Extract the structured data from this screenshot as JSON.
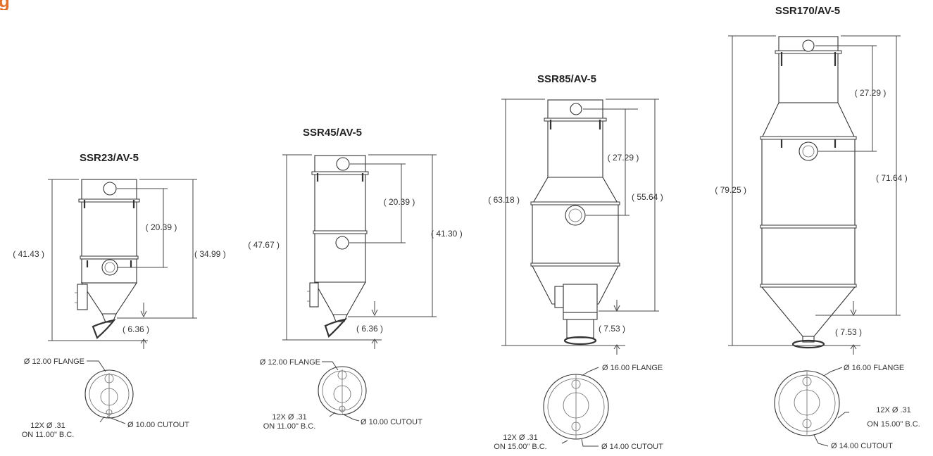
{
  "header": {
    "title_fragment": "g"
  },
  "accent_color": "#e3712a",
  "models": [
    {
      "name": "SSR23/AV-5",
      "overall_height": "( 41.43 )",
      "body_height": "( 34.99 )",
      "inlet_to_clamp": "( 20.39 )",
      "discharge": "( 6.36 )",
      "flange_label": "Ø 12.00 FLANGE",
      "holes_label_1": "12X Ø .31",
      "holes_label_2": "ON 11.00\" B.C.",
      "cutout_label": "Ø 10.00 CUTOUT"
    },
    {
      "name": "SSR45/AV-5",
      "overall_height": "( 47.67 )",
      "body_height": "( 41.30 )",
      "inlet_to_clamp": "( 20.39 )",
      "discharge": "( 6.36 )",
      "flange_label": "Ø 12.00 FLANGE",
      "holes_label_1": "12X Ø .31",
      "holes_label_2": "ON 11.00\" B.C.",
      "cutout_label": "Ø 10.00 CUTOUT"
    },
    {
      "name": "SSR85/AV-5",
      "overall_height": "( 63.18 )",
      "body_height": "( 55.64 )",
      "inlet_to_clamp": "( 27.29 )",
      "discharge": "( 7.53 )",
      "flange_label": "Ø 16.00 FLANGE",
      "holes_label_1": "12X Ø .31",
      "holes_label_2": "ON 15.00\" B.C.",
      "cutout_label": "Ø 14.00 CUTOUT"
    },
    {
      "name": "SSR170/AV-5",
      "overall_height": "( 79.25 )",
      "body_height": "( 71.64 )",
      "inlet_to_clamp": "( 27.29 )",
      "discharge": "( 7.53 )",
      "flange_label": "Ø 16.00 FLANGE",
      "holes_label_1": "12X Ø .31",
      "holes_label_2": "ON 15.00\" B.C.",
      "cutout_label": "Ø 14.00 CUTOUT"
    }
  ]
}
